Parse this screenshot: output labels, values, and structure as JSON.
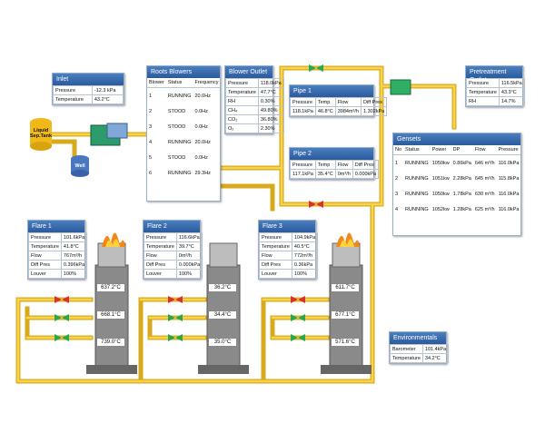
{
  "inlet": {
    "title": "Inlet",
    "rows": [
      {
        "k": "Pressure",
        "v": "-12.3 kPa"
      },
      {
        "k": "Temperature",
        "v": "43.2°C"
      }
    ]
  },
  "tanks": {
    "liquid": "Liquid Sep.Tank",
    "well": "Well"
  },
  "roots": {
    "title": "Roots Blowers",
    "headers": [
      "Blower",
      "Status",
      "Frequency"
    ],
    "rows": [
      {
        "n": "1",
        "s": "RUNNING",
        "f": "20.0Hz"
      },
      {
        "n": "2",
        "s": "STOOD",
        "f": "0.0Hz"
      },
      {
        "n": "3",
        "s": "STOOD",
        "f": "0.0Hz"
      },
      {
        "n": "4",
        "s": "RUNNING",
        "f": "20.0Hz"
      },
      {
        "n": "5",
        "s": "STOOD",
        "f": "0.0Hz"
      },
      {
        "n": "6",
        "s": "RUNNING",
        "f": "29.3Hz"
      }
    ]
  },
  "outlet": {
    "title": "Blower Outlet",
    "rows": [
      {
        "k": "Pressure",
        "v": "118.0kPa"
      },
      {
        "k": "Temperature",
        "v": "47.7°C"
      },
      {
        "k": "RH",
        "v": "0.30%"
      },
      {
        "k": "CH₄",
        "v": "49.80%"
      },
      {
        "k": "CO₂",
        "v": "36.80%"
      },
      {
        "k": "O₂",
        "v": "2.30%"
      }
    ]
  },
  "pipe1": {
    "title": "Pipe 1",
    "headers": [
      "Pressure",
      "Temp",
      "Flow",
      "Diff Pres"
    ],
    "values": [
      "118.1kPa",
      "46.8°C",
      "3984m³/h",
      "1.302kPa"
    ]
  },
  "pipe2": {
    "title": "Pipe 2",
    "headers": [
      "Pressure",
      "Temp",
      "Flow",
      "Diff Pres"
    ],
    "values": [
      "117.1kPa",
      "35.4°C",
      "0m³/h",
      "0.000kPa"
    ]
  },
  "pretreat": {
    "title": "Pretreatment Outlet",
    "rows": [
      {
        "k": "Pressure",
        "v": "116.5kPa"
      },
      {
        "k": "Temperature",
        "v": "43.3°C"
      },
      {
        "k": "RH",
        "v": "14.7%"
      }
    ]
  },
  "gensets": {
    "title": "Gensets",
    "headers": [
      "No",
      "Status",
      "Power",
      "DP",
      "Flow",
      "Pressure"
    ],
    "rows": [
      {
        "n": "1",
        "s": "RUNNING",
        "p": "1050kw",
        "dp": "0.86kPa",
        "f": "646 m³/h",
        "pr": "116.0kPa"
      },
      {
        "n": "2",
        "s": "RUNNING",
        "p": "1051kw",
        "dp": "2.28kPa",
        "f": "645 m³/h",
        "pr": "115.8kPa"
      },
      {
        "n": "3",
        "s": "RUNNING",
        "p": "1050kw",
        "dp": "1.78kPa",
        "f": "630 m³/h",
        "pr": "116.0kPa"
      },
      {
        "n": "4",
        "s": "RUNNING",
        "p": "1052kw",
        "dp": "1.28kPa",
        "f": "625 m³/h",
        "pr": "116.0kPa"
      }
    ]
  },
  "flares": [
    {
      "title": "Flare 1",
      "rows": [
        {
          "k": "Pressure",
          "v": "101.6kPa"
        },
        {
          "k": "Temperature",
          "v": "41.8°C"
        },
        {
          "k": "Flow",
          "v": "767m³/h"
        },
        {
          "k": "Diff Pres",
          "v": "0.396kPa"
        },
        {
          "k": "Louver",
          "v": "100%"
        }
      ],
      "temps": [
        "637.2°C",
        "668.1°C",
        "739.0°C"
      ]
    },
    {
      "title": "Flare 2",
      "rows": [
        {
          "k": "Pressure",
          "v": "116.6kPa"
        },
        {
          "k": "Temperature",
          "v": "39.7°C"
        },
        {
          "k": "Flow",
          "v": "0m³/h"
        },
        {
          "k": "Diff Pres",
          "v": "0.000kPa"
        },
        {
          "k": "Louver",
          "v": "100%"
        }
      ],
      "temps": [
        "36.2°C",
        "34.4°C",
        "35.0°C"
      ]
    },
    {
      "title": "Flare 3",
      "rows": [
        {
          "k": "Pressure",
          "v": "104.9kPa"
        },
        {
          "k": "Temperature",
          "v": "40.5°C"
        },
        {
          "k": "Flow",
          "v": "772m³/h"
        },
        {
          "k": "Diff Pres",
          "v": "0.36kPa"
        },
        {
          "k": "Louver",
          "v": "100%"
        }
      ],
      "temps": [
        "611.7°C",
        "677.1°C",
        "571.6°C"
      ]
    }
  ],
  "env": {
    "title": "Environmentals",
    "rows": [
      {
        "k": "Barometer",
        "v": "101.4kPa"
      },
      {
        "k": "Temperature",
        "v": "34.2°C"
      }
    ]
  },
  "colors": {
    "pipe": "#f5c22c",
    "pipe_edge": "#c79a14",
    "valve_green": "#2aa74a",
    "valve_red": "#d6332e",
    "header_blue": "#2f62a6"
  }
}
